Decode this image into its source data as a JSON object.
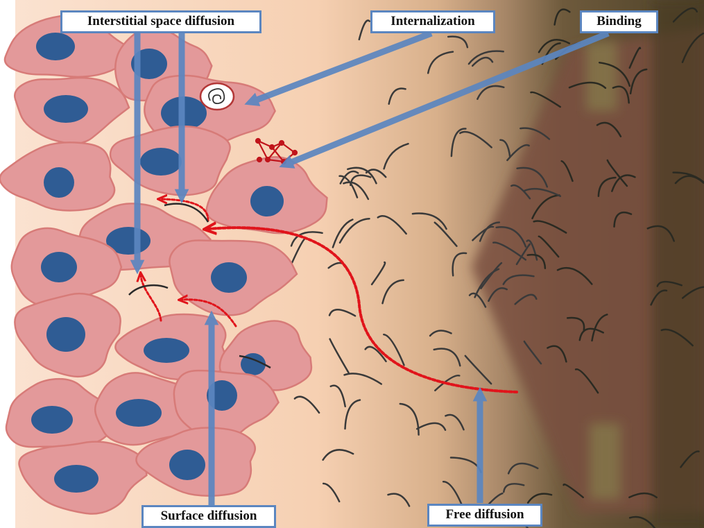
{
  "labels": {
    "interstitial": "Interstitial space diffusion",
    "internalization": "Internalization",
    "binding": "Binding",
    "surface": "Surface diffusion",
    "free": "Free diffusion"
  },
  "colors": {
    "cell_fill": "#e3999a",
    "cell_outline": "#d77b78",
    "nucleus": "#2f5c94",
    "arrow_blue": "#5b86c0",
    "path_red": "#e0141b",
    "fiber": "#3a3a3a",
    "tissue_light": "#f8d7bf",
    "tissue_dark": "#4c4027",
    "needle": "#7a4f3e"
  }
}
